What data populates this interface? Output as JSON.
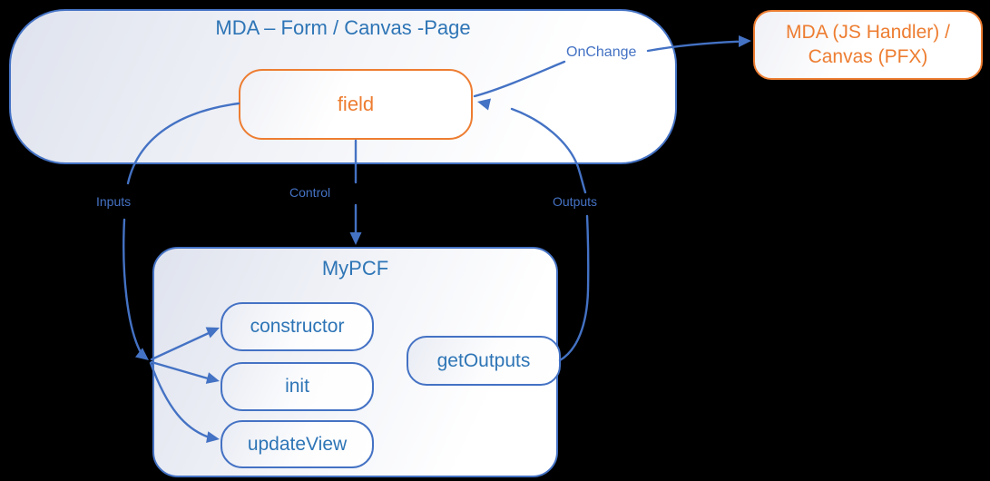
{
  "colors": {
    "blue": "#4472C4",
    "blue-text": "#2E75B6",
    "orange": "#ED7D31"
  },
  "diagram": {
    "outer_box": {
      "title": "MDA – Form / Canvas -Page"
    },
    "field_box": {
      "label": "field"
    },
    "handler_box": {
      "label_line1": "MDA (JS Handler) /",
      "label_line2": "Canvas (PFX)"
    },
    "pcf_box": {
      "title": "MyPCF",
      "methods": [
        "constructor",
        "init",
        "updateView"
      ],
      "get_outputs_label": "getOutputs"
    },
    "edges": {
      "inputs": "Inputs",
      "control": "Control",
      "outputs": "Outputs",
      "onchange": "OnChange"
    }
  }
}
